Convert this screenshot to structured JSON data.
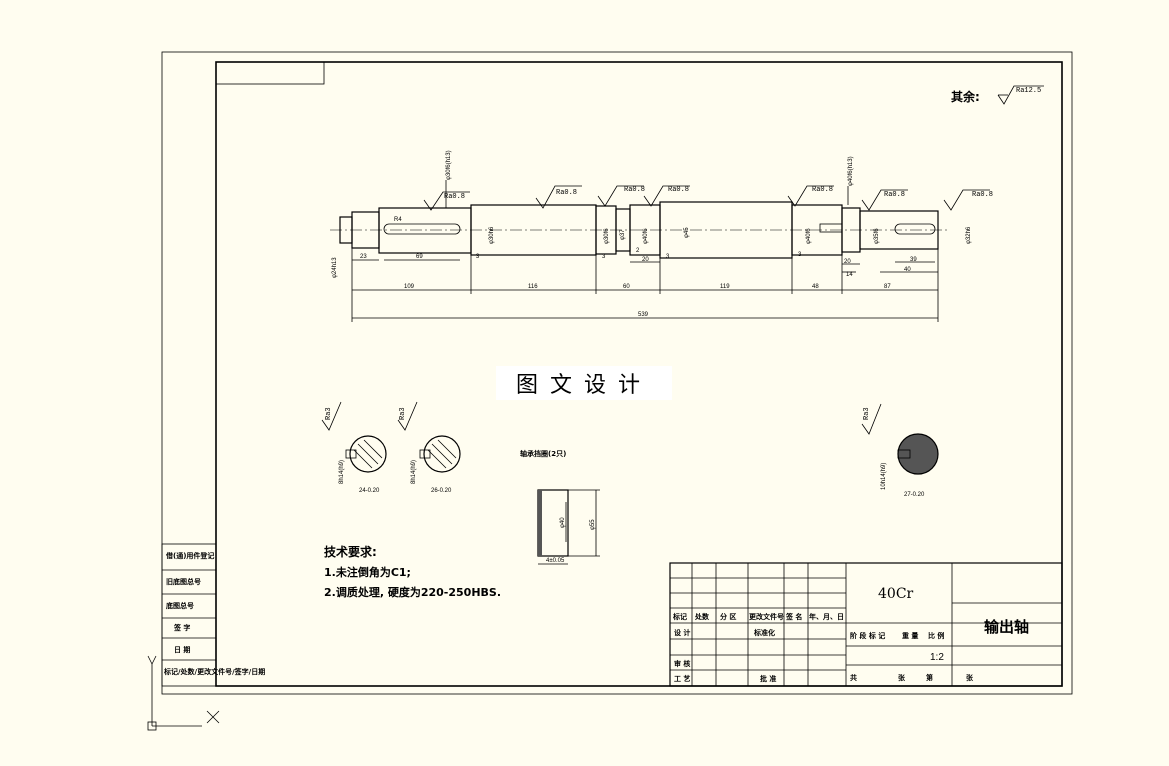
{
  "roughness_default": {
    "label": "其余:",
    "value": "Ra12.5"
  },
  "roughness_marks": [
    "Ra0.8",
    "Ra0.8",
    "Ra0.8",
    "Ra0.8",
    "Ra0.8",
    "Ra0.8",
    "Ra0.8"
  ],
  "section_roughness": [
    "Ra3",
    "Ra3",
    "Ra3"
  ],
  "shaft_diameters": [
    "φ30h6",
    "φ30f6",
    "φ37",
    "φ40f6",
    "φ45",
    "φ40f6",
    "φ35f6",
    "φ32h6"
  ],
  "shaft_diameter_left": "φ24h13",
  "shaft_tolerance_labels": [
    "φ30f6(h13)",
    "φ40f6(h13)"
  ],
  "top_dims": [
    "23",
    "69",
    "3",
    "3",
    "2",
    "20",
    "3",
    "3",
    "20",
    "14",
    "39",
    "40"
  ],
  "main_dims": [
    "109",
    "116",
    "60",
    "119",
    "48",
    "87"
  ],
  "overall_dim": "539",
  "keyway_radius": "R4",
  "section_labels": [
    {
      "key": "8h14(h9)",
      "depth": "24-0.20"
    },
    {
      "key": "8h14(h9)",
      "depth": "26-0.20"
    },
    {
      "key": "10h14(h9)",
      "depth": "27-0.20"
    }
  ],
  "sleeve": {
    "title": "轴承挡圈(2只)",
    "inner": "φ40",
    "outer": "φ55",
    "width": "4±0.05"
  },
  "watermark": "图文设计",
  "tech_req": {
    "title": "技术要求:",
    "items": [
      "1.未注倒角为C1;",
      "2.调质处理, 硬度为220-250HBS."
    ]
  },
  "title_block": {
    "material": "40Cr",
    "part_name": "输出轴",
    "scale": "1:2",
    "header_row": [
      "标记",
      "处数",
      "分 区",
      "更改文件号",
      "签 名",
      "年、月、日"
    ],
    "rows": [
      "设 计",
      "标准化",
      "审 核",
      "工 艺",
      "批 准"
    ],
    "stage_row": [
      "阶 段 标 记",
      "重 量",
      "比 例"
    ],
    "footer": [
      "共",
      "张",
      "第",
      "张"
    ]
  },
  "left_block": [
    "借(通)用件登记",
    "旧底图总号",
    "底图总号",
    "签 字",
    "日 期",
    "标记/处数/更改文件号/签字/日期"
  ]
}
